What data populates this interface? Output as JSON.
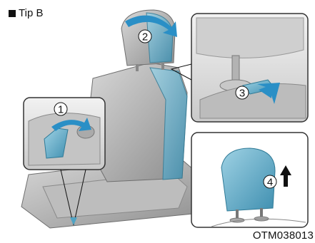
{
  "header": {
    "label": "Tip B"
  },
  "figure_code": "OTM038013",
  "steps": [
    "1",
    "2",
    "3",
    "4"
  ],
  "colors": {
    "highlight": "#4fa3c4",
    "arrow_blue": "#2a8fc6",
    "panel_bg": "#e9e9e9",
    "seat_gray": "#a8a8a8",
    "arrow_black": "#111111"
  }
}
